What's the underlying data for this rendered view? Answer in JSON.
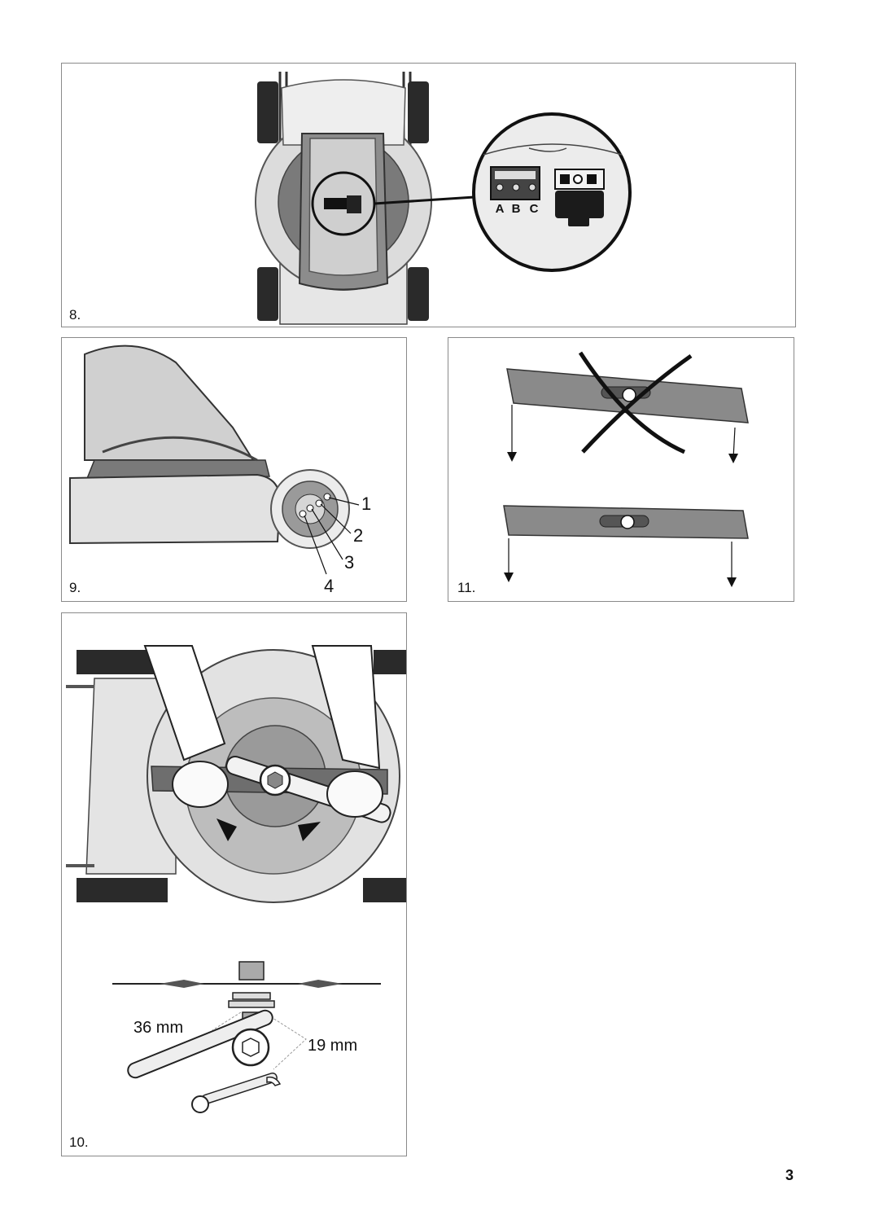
{
  "figure_8": {
    "number": "8.",
    "switch_labels": [
      "A",
      "B",
      "C"
    ]
  },
  "figure_9": {
    "number": "9.",
    "callouts": [
      "1",
      "2",
      "3",
      "4"
    ]
  },
  "figure_10": {
    "number": "10.",
    "wrench_large": "36 mm",
    "wrench_small": "19 mm"
  },
  "figure_11": {
    "number": "11."
  },
  "page_number": "3"
}
